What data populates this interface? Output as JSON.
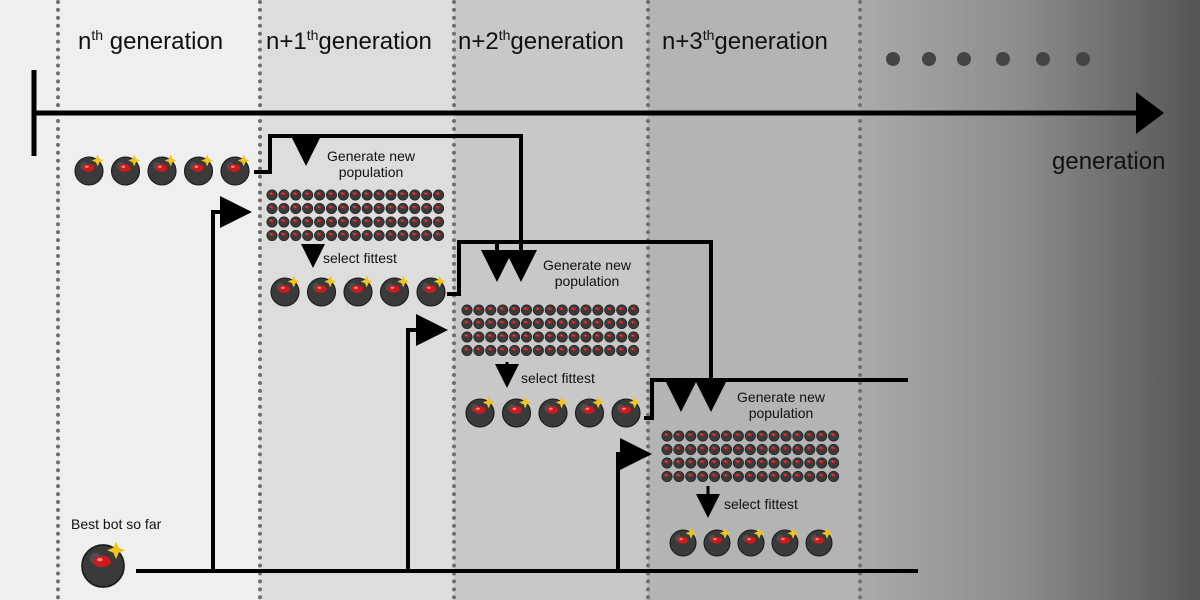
{
  "generations": [
    {
      "base": "n",
      "sup": "th",
      "rest": " generation"
    },
    {
      "base": "n+1",
      "sup": "th",
      "rest": "generation"
    },
    {
      "base": "n+2",
      "sup": "th",
      "rest": "generation"
    },
    {
      "base": "n+3",
      "sup": "th",
      "rest": "generation"
    }
  ],
  "axis_label": "generation",
  "best_bot_label": "Best bot so far",
  "stages": [
    {
      "generate_line1": "Generate new",
      "generate_line2": "population",
      "select_label": "select fittest"
    },
    {
      "generate_line1": "Generate new",
      "generate_line2": "population",
      "select_label": "select fittest"
    },
    {
      "generate_line1": "Generate new",
      "generate_line2": "population",
      "select_label": "select fittest"
    }
  ],
  "colors": {
    "bot_body": "#3a3a3a",
    "bot_eye": "#cc1b1b",
    "spark": "#f2c31b",
    "line": "#000000"
  },
  "icons": {
    "bot": "bomb-bot-icon",
    "arrow": "arrowhead-icon",
    "ellipsis": "ellipsis-dot-icon"
  }
}
